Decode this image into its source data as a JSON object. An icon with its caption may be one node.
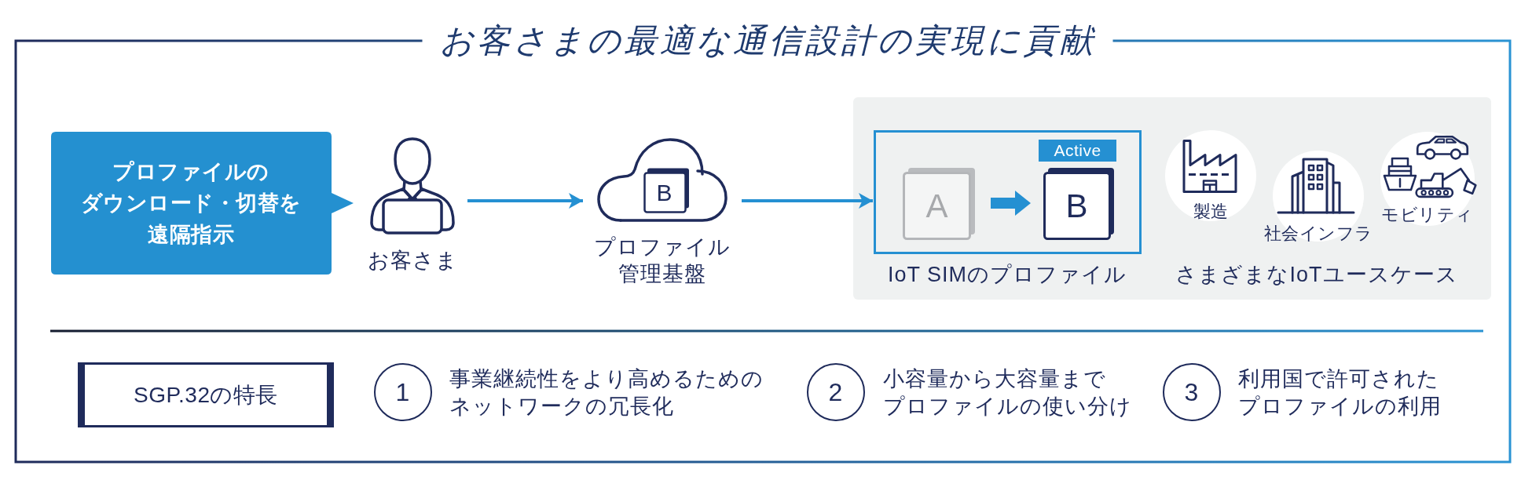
{
  "diagram": {
    "title": "お客さまの最適な通信設計の実現に貢献",
    "nodes": [
      {
        "text": [
          "プロファイルのダウンロード・切替を遠隔指示"
        ]
      },
      {
        "text": [
          "お客さま"
        ]
      },
      {
        "text": [
          "プロファイル管理基盤"
        ]
      },
      {
        "text": [
          "B"
        ],
        "in": 2
      },
      {
        "text": [],
        "shape": "box"
      },
      {
        "text": [
          "IoT SIMのプロファイル"
        ],
        "in": 4
      },
      {
        "text": [
          "A"
        ],
        "in": 5
      },
      {
        "text": [
          "Active"
        ],
        "in": 5
      },
      {
        "text": [
          "B"
        ],
        "in": 5
      },
      {
        "text": [
          "製造"
        ],
        "in": 4
      },
      {
        "text": [
          "社会インフラ"
        ],
        "in": 4
      },
      {
        "text": [
          "モビリティ"
        ],
        "in": 4
      },
      {
        "text": [
          "SGP.32の特長"
        ]
      },
      {
        "text": [
          "1"
        ],
        "beside": [
          "事業継続性をより高めるためのネットワークの冗長化"
        ]
      },
      {
        "text": [
          "2"
        ],
        "beside": [
          "小容量から大容量までプロファイルの使い分け"
        ]
      },
      {
        "text": [
          "3"
        ],
        "beside": [
          "利用国で許可されたプロファイルの利用"
        ]
      }
    ],
    "edges": [
      {
        "from": 1,
        "to": 2,
        "arrow": "to"
      },
      {
        "from": 2,
        "to": 5,
        "arrow": "to"
      },
      {
        "from": 6,
        "to": 8,
        "arrow": "to",
        "style": "thick"
      }
    ],
    "labels": [
      "さまざまなIoTユースケース"
    ]
  }
}
